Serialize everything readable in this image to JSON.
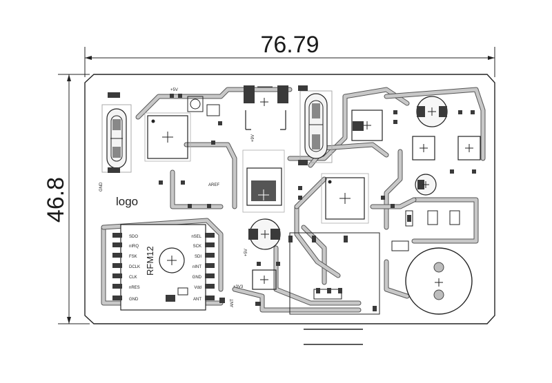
{
  "dimensions": {
    "width_label": "76.79",
    "height_label": "46.8"
  },
  "board": {
    "logo_text": "logo",
    "module_name": "RFM12",
    "module_pins_left": [
      "SDO",
      "nIRQ",
      "FSK",
      "DCLK",
      "CLK",
      "nRES",
      "GND"
    ],
    "module_pins_right": [
      "nSEL",
      "SCK",
      "SDI",
      "nINT",
      "GND",
      "Vdd",
      "ANT"
    ],
    "labels": {
      "gnd_small": "GND",
      "aref": "AREF",
      "plus5v": "+5V",
      "plus3v3": "+3V3",
      "ant": "ANT",
      "plus5v_b": "+5V",
      "plus9v": "+9V"
    }
  },
  "colors": {
    "outline": "#222222",
    "trace": "#c8c8c8",
    "pad": "#3a3a3a"
  }
}
